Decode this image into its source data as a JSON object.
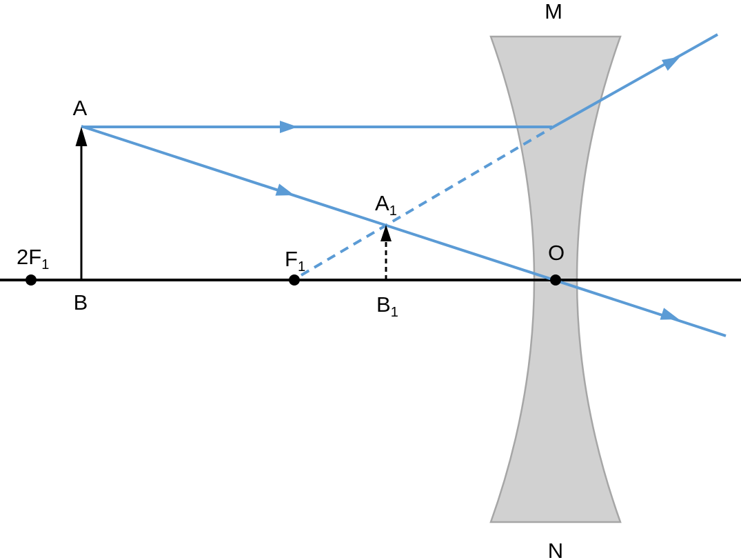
{
  "diagram": {
    "type": "ray-diagram-diverging-lens",
    "colors": {
      "background": "#FFFFFF",
      "ray": "#5B9BD5",
      "axis": "#000000",
      "arrow": "#000000",
      "lens_fill": "#D1D1D1",
      "lens_stroke": "#A6A6A6",
      "point": "#000000"
    },
    "labels": {
      "object_top": {
        "text": "A",
        "sub": ""
      },
      "object_bottom": {
        "text": "B",
        "sub": ""
      },
      "double_focal": {
        "text": "2F",
        "sub": "1"
      },
      "focal": {
        "text": "F",
        "sub": "1"
      },
      "image_top": {
        "text": "A",
        "sub": "1"
      },
      "image_bottom": {
        "text": "B",
        "sub": "1"
      },
      "optical_center": {
        "text": "O",
        "sub": ""
      },
      "lens_top": {
        "text": "M",
        "sub": ""
      },
      "lens_bottom": {
        "text": "N",
        "sub": ""
      }
    }
  }
}
